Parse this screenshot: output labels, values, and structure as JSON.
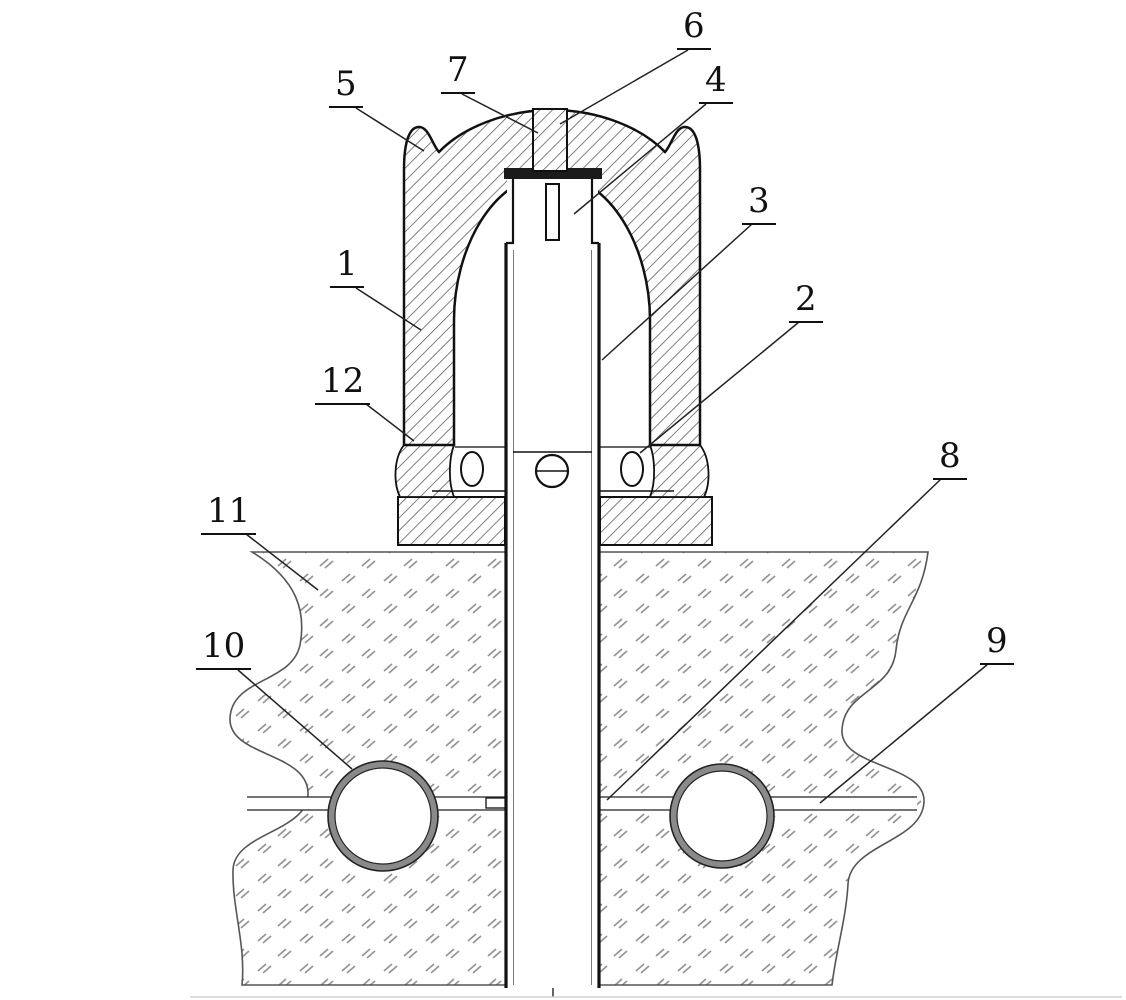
{
  "figure": {
    "type": "patent-cross-section-diagram",
    "description": "Sectional engineering drawing of a bell-shaped housing with central tube passing into a hatched substrate with two circular conduits and a horizontal channel",
    "background_color": "#ffffff",
    "line_color": "#1a1a1a",
    "hatch_color": "#4a4a4a",
    "substrate_mark_color": "#949494",
    "callouts": [
      {
        "num": "1"
      },
      {
        "num": "2"
      },
      {
        "num": "3"
      },
      {
        "num": "4"
      },
      {
        "num": "5"
      },
      {
        "num": "6"
      },
      {
        "num": "7"
      },
      {
        "num": "8"
      },
      {
        "num": "9"
      },
      {
        "num": "10"
      },
      {
        "num": "11"
      },
      {
        "num": "12"
      }
    ]
  }
}
